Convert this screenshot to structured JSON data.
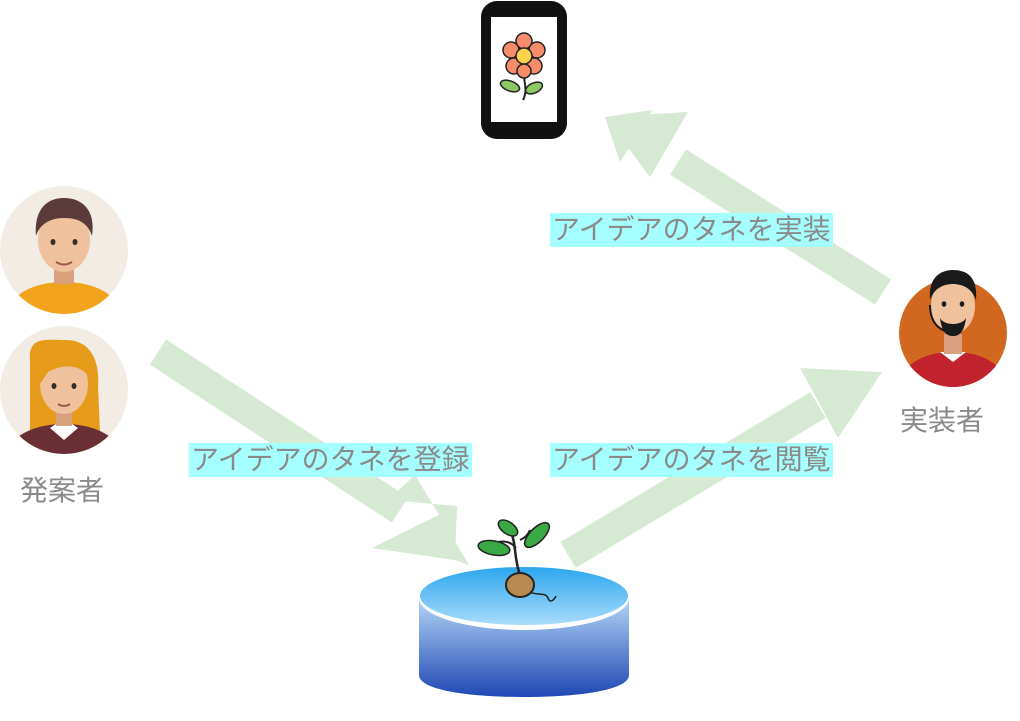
{
  "diagram": {
    "roles": {
      "proposer": "発案者",
      "implementer": "実装者"
    },
    "arrows": {
      "register": "アイデアのタネを登録",
      "browse": "アイデアのタネを閲覧",
      "implement": "アイデアのタネを実装"
    },
    "colors": {
      "arrow": "#d6ead3",
      "label_bg": "#a6ffff",
      "label_text": "#8a8a8a",
      "db_top": "#3fb3f0",
      "db_body": "#2a5fc0"
    },
    "icons": [
      "man-avatar-icon",
      "woman-avatar-icon",
      "headset-man-avatar-icon",
      "smartphone-icon",
      "flower-icon",
      "sprouting-seed-icon",
      "database-icon"
    ]
  }
}
